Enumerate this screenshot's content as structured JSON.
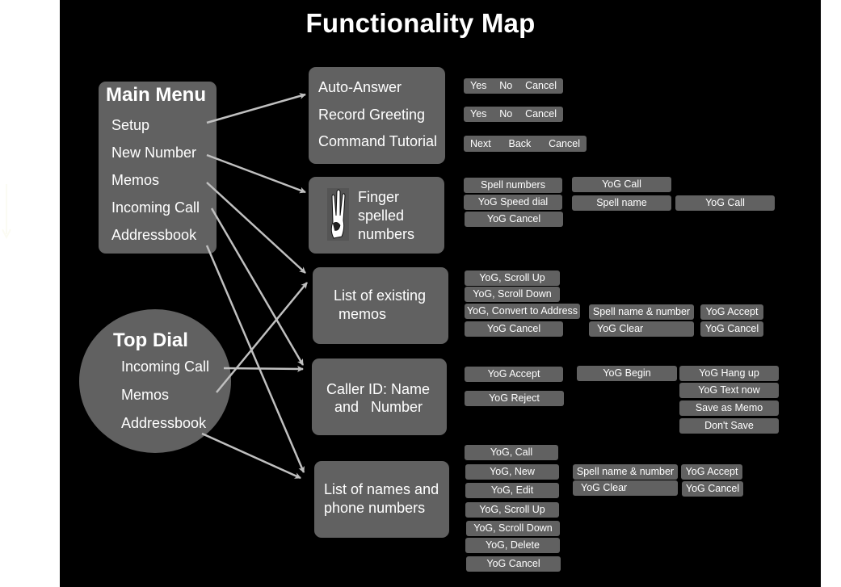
{
  "title": "Functionality Map",
  "main_menu": {
    "heading": "Main Menu",
    "items": [
      "Setup",
      "New Number",
      "Memos",
      "Incoming Call",
      "Addressbook"
    ]
  },
  "top_dial": {
    "heading": "Top Dial",
    "items": [
      "Incoming Call",
      "Memos",
      "Addressbook"
    ]
  },
  "screens": {
    "setup": {
      "items": [
        "Auto-Answer",
        "Record Greeting",
        "Command Tutorial"
      ],
      "options": [
        [
          "Yes",
          "No",
          "Cancel"
        ],
        [
          "Yes",
          "No",
          "Cancel"
        ],
        [
          "Next",
          "Back",
          "Cancel"
        ]
      ]
    },
    "new_number": {
      "label_lines": [
        "Finger",
        "spelled",
        "numbers"
      ],
      "icon": "hand-sign-icon",
      "buttons": [
        "Spell numbers",
        "YoG Speed dial",
        "YoG Cancel"
      ],
      "sub_buttons": [
        "YoG Call",
        "Spell name"
      ],
      "sub_sub_buttons": [
        "YoG Call"
      ]
    },
    "memos": {
      "label_lines": [
        "List of existing",
        "memos"
      ],
      "buttons": [
        "YoG, Scroll Up",
        "YoG, Scroll Down",
        "YoG, Convert to Address",
        "YoG Cancel"
      ],
      "sub_buttons": [
        "Spell name & number",
        "YoG Clear"
      ],
      "sub_sub_buttons": [
        "YoG Accept",
        "YoG Cancel"
      ]
    },
    "incoming_call": {
      "label_lines": [
        "Caller ID: Name",
        "and   Number"
      ],
      "buttons": [
        "YoG Accept",
        "YoG Reject"
      ],
      "sub_buttons": [
        "YoG Begin"
      ],
      "sub_sub_buttons": [
        "YoG Hang up",
        "YoG Text now",
        "Save as Memo",
        "Don't Save"
      ]
    },
    "addressbook": {
      "label_lines": [
        "List of names and",
        "phone numbers"
      ],
      "buttons": [
        "YoG, Call",
        "YoG, New",
        "YoG, Edit",
        "YoG, Scroll Up",
        "YoG, Scroll Down",
        "YoG, Delete",
        "YoG Cancel"
      ],
      "sub_buttons": [
        "Spell name & number",
        "YoG Clear"
      ],
      "sub_sub_buttons": [
        "YoG Accept",
        "YoG Cancel"
      ]
    }
  },
  "colors": {
    "background": "#000000",
    "box": "#616161",
    "arrow": "#c0c0c0",
    "text": "#ffffff"
  }
}
